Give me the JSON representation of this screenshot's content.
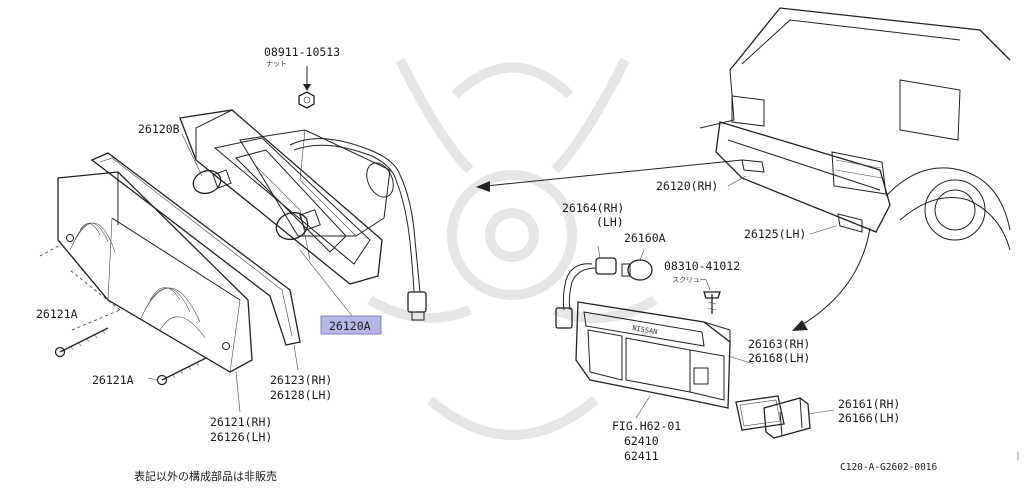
{
  "callouts": {
    "nut_part": "08911-10513",
    "nut_sub": "ナット",
    "bulb_upper": "26120B",
    "bulb_lower": "26120A",
    "screw_upper": "26121A",
    "screw_lower": "26121A",
    "gasket_rh": "26123(RH)",
    "gasket_lh": "26128(LH)",
    "lens_rh": "26121(RH)",
    "lens_lh": "26126(LH)",
    "lamp_rh": "26120(RH)",
    "lamp_lh": "26125(LH)",
    "socket_rh": "26164(RH)",
    "socket_lh": "(LH)",
    "side_bulb": "26160A",
    "screw_part": "08310-41012",
    "screw_sub": "スクリュー",
    "side_body_rh": "26163(RH)",
    "side_body_lh": "26168(LH)",
    "side_lens_rh": "26161(RH)",
    "side_lens_lh": "26166(LH)",
    "fig_ref": "FIG.H62-01",
    "fig_ref_a": "62410",
    "fig_ref_b": "62411",
    "brand_text": "NISSAN"
  },
  "footer": {
    "note": "表記以外の構成部品は非販売",
    "diagram_code": "C120-A-G2602-0016"
  },
  "highlight_color": "#b8b8e8"
}
